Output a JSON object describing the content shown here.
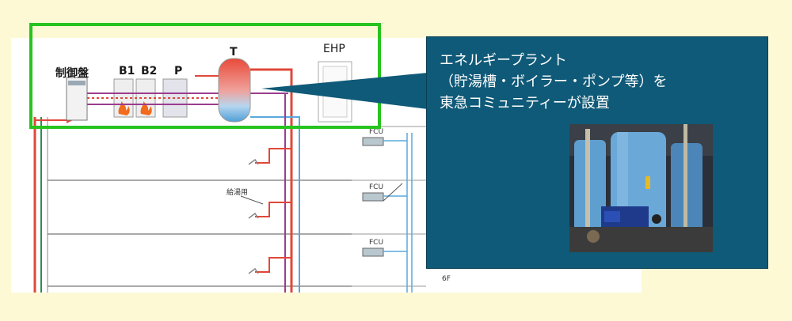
{
  "diagram": {
    "control_panel_label": "制御盤",
    "equipment_labels": [
      "B1",
      "B2",
      "P"
    ],
    "tank_label": "T",
    "ehp_label": "EHP",
    "fcu_label": "FCU",
    "hot_water_label": "給湯用",
    "floor_label": "6F"
  },
  "callout": {
    "line1": "エネルギープラント",
    "line2": "（貯湯槽・ボイラー・ポンプ等）を",
    "line3": "東急コミュニティーが設置"
  },
  "colors": {
    "background": "#fdf9d4",
    "highlight_box": "#27c41f",
    "callout_bg": "#0f5a78",
    "hot_pipe": "#e0483a",
    "cold_pipe": "#5aa9dc",
    "purple_pipe": "#9b3d8e"
  }
}
